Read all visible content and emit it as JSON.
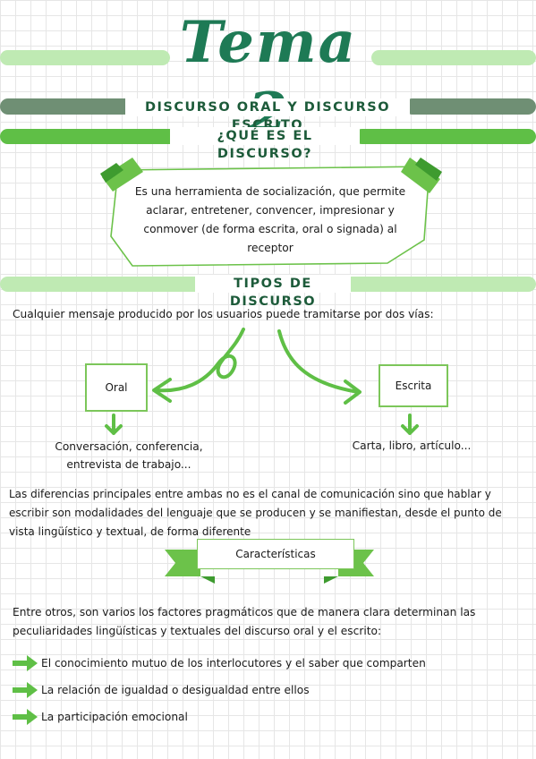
{
  "title": "Tema 2",
  "heading1": "DISCURSO ORAL Y DISCURSO ESCRITO",
  "heading2": "¿QUÉ ES EL DISCURSO?",
  "definition": "Es una herramienta de socialización, que permite aclarar, entretener, convencer, impresionar y conmover (de forma escrita, oral o signada) al receptor",
  "heading3": "TIPOS DE DISCURSO",
  "intro": "Cualquier mensaje producido por los usuarios puede tramitarse por dos vías:",
  "oral": {
    "label": "Oral",
    "examples": "Conversación, conferencia, entrevista de trabajo..."
  },
  "escrita": {
    "label": "Escrita",
    "examples": "Carta, libro, artículo..."
  },
  "differences": "Las diferencias principales entre ambas no es el canal de comunicación sino que hablar y escribir son modalidades del lenguaje que se producen y se manifiestan, desde el punto de vista lingüístico y textual, de forma diferente",
  "caracteristicas_label": "Características",
  "factors_intro": "Entre otros, son varios los factores pragmáticos que de manera clara determinan las peculiaridades lingüísticas y textuales del discurso oral y el escrito:",
  "factors": [
    "El conocimiento mutuo de los interlocutores y el saber que comparten",
    "La relación de igualdad o desigualdad entre ellos",
    "La participación emocional"
  ],
  "colors": {
    "dark_green": "#1e7a55",
    "mid_green": "#5fbf46",
    "light_green": "#b5e8a8",
    "gray_green": "#6f8f74"
  }
}
